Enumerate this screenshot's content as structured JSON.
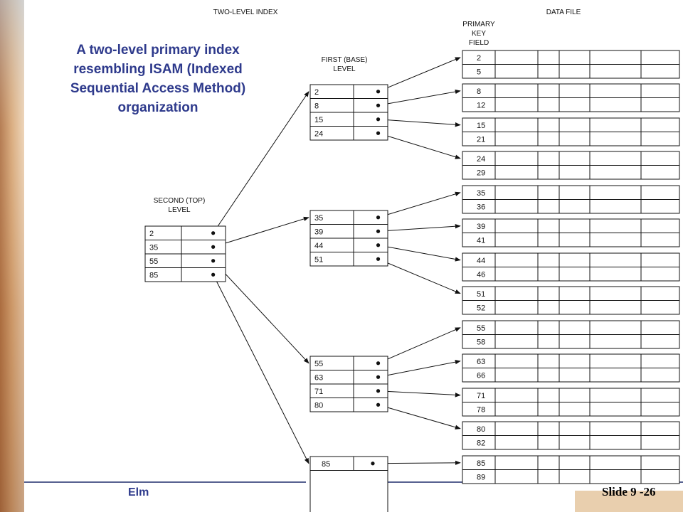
{
  "colors": {
    "title": "#2e3a8c",
    "ink": "#111111",
    "footer_bar": "#1f2d6b"
  },
  "headings": {
    "two_level_index": "TWO-LEVEL INDEX",
    "data_file": "DATA FILE",
    "primary_key_field": [
      "PRIMARY",
      "KEY",
      "FIELD"
    ],
    "first_level": [
      "FIRST (BASE)",
      "LEVEL"
    ],
    "second_level": [
      "SECOND (TOP)",
      "LEVEL"
    ]
  },
  "title_lines": [
    "A two-level primary index",
    "resembling ISAM (Indexed",
    "Sequential Access Method)",
    "organization"
  ],
  "second_level_keys": [
    "2",
    "35",
    "55",
    "85"
  ],
  "first_level_blocks": [
    [
      "2",
      "8",
      "15",
      "24"
    ],
    [
      "35",
      "39",
      "44",
      "51"
    ],
    [
      "55",
      "63",
      "71",
      "80"
    ],
    [
      "85"
    ]
  ],
  "data_blocks": [
    [
      "2",
      "5"
    ],
    [
      "8",
      "12"
    ],
    [
      "15",
      "21"
    ],
    [
      "24",
      "29"
    ],
    [
      "35",
      "36"
    ],
    [
      "39",
      "41"
    ],
    [
      "44",
      "46"
    ],
    [
      "51",
      "52"
    ],
    [
      "55",
      "58"
    ],
    [
      "63",
      "66"
    ],
    [
      "71",
      "78"
    ],
    [
      "80",
      "82"
    ],
    [
      "85",
      "89"
    ]
  ],
  "footer": {
    "left_text": "Elm",
    "slide_label": "Slide 9 -26"
  }
}
